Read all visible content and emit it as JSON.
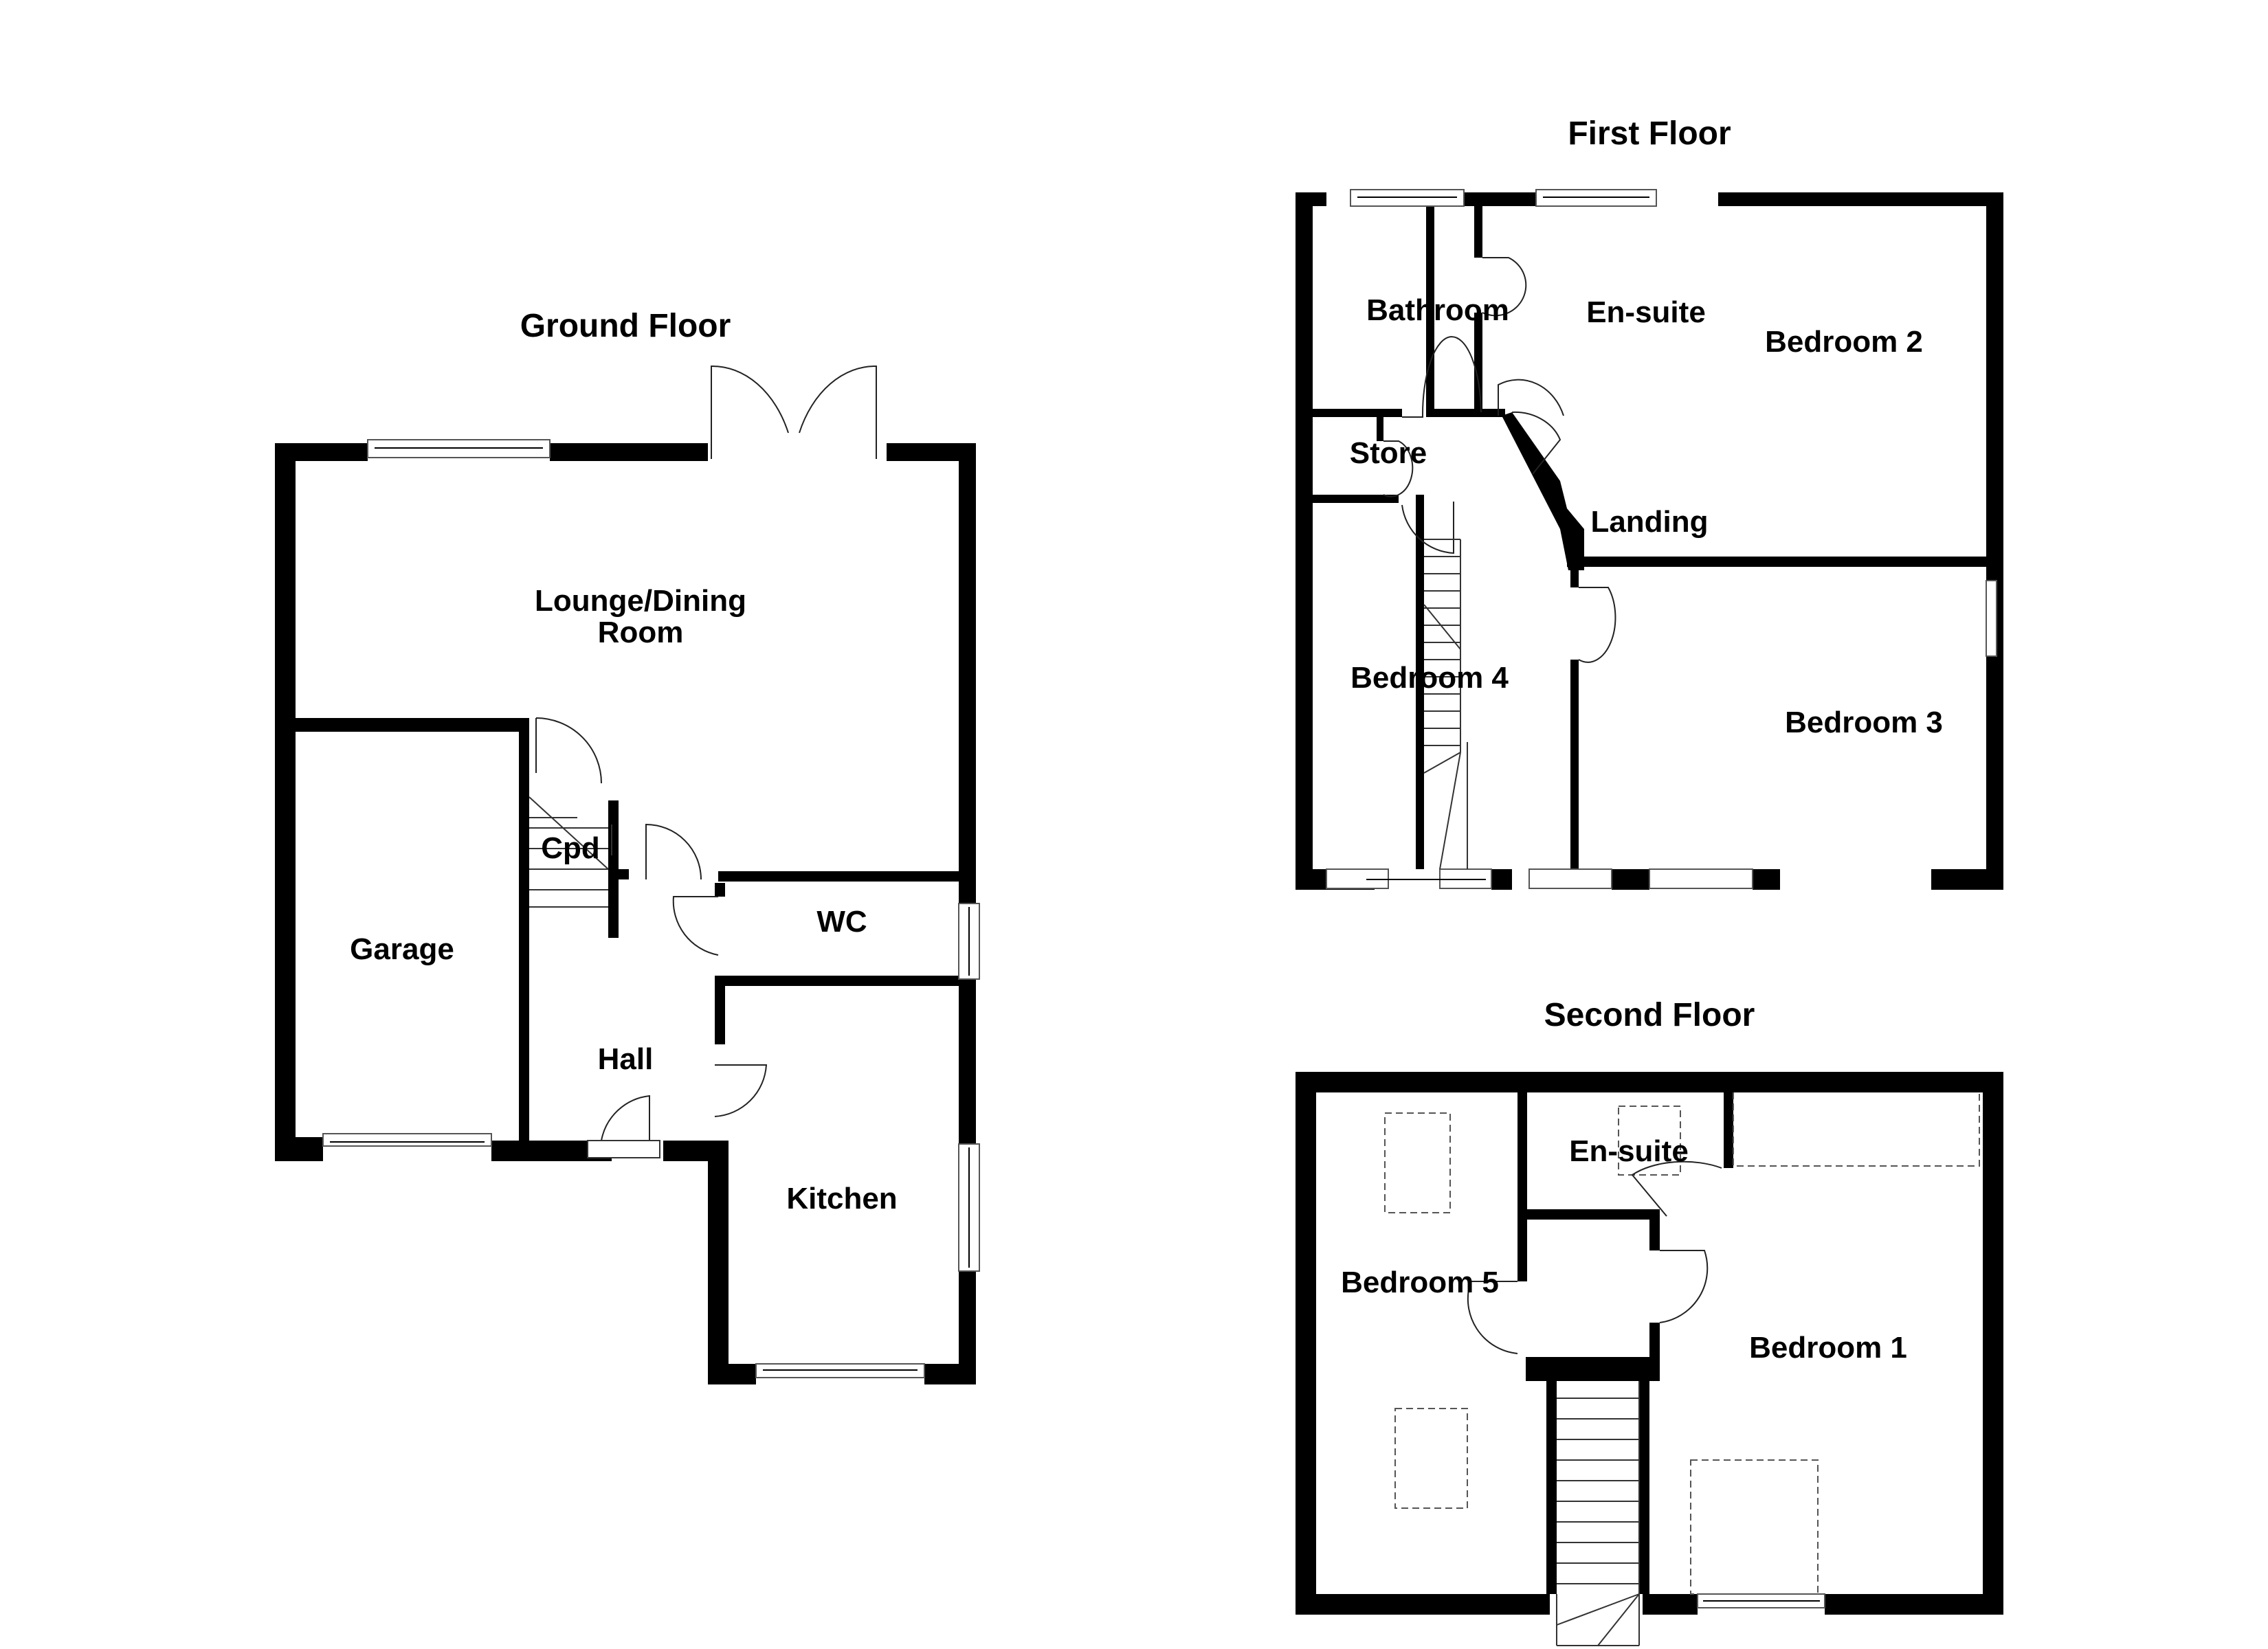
{
  "floorplan": {
    "ground_floor": {
      "title": "Ground Floor",
      "rooms": [
        {
          "name": "Lounge/Dining",
          "name_line2": "Room"
        },
        {
          "name": "Garage"
        },
        {
          "name": "Cpd"
        },
        {
          "name": "Hall"
        },
        {
          "name": "WC"
        },
        {
          "name": "Kitchen"
        }
      ]
    },
    "first_floor": {
      "title": "First Floor",
      "rooms": [
        {
          "name": "Bathroom"
        },
        {
          "name": "En-suite"
        },
        {
          "name": "Bedroom 2"
        },
        {
          "name": "Store"
        },
        {
          "name": "Landing"
        },
        {
          "name": "Bedroom 4"
        },
        {
          "name": "Bedroom 3"
        }
      ]
    },
    "second_floor": {
      "title": "Second Floor",
      "rooms": [
        {
          "name": "En-suite"
        },
        {
          "name": "Bedroom 5"
        },
        {
          "name": "Bedroom 1"
        }
      ]
    },
    "colors": {
      "wall": "#000000",
      "background": "#ffffff"
    }
  }
}
